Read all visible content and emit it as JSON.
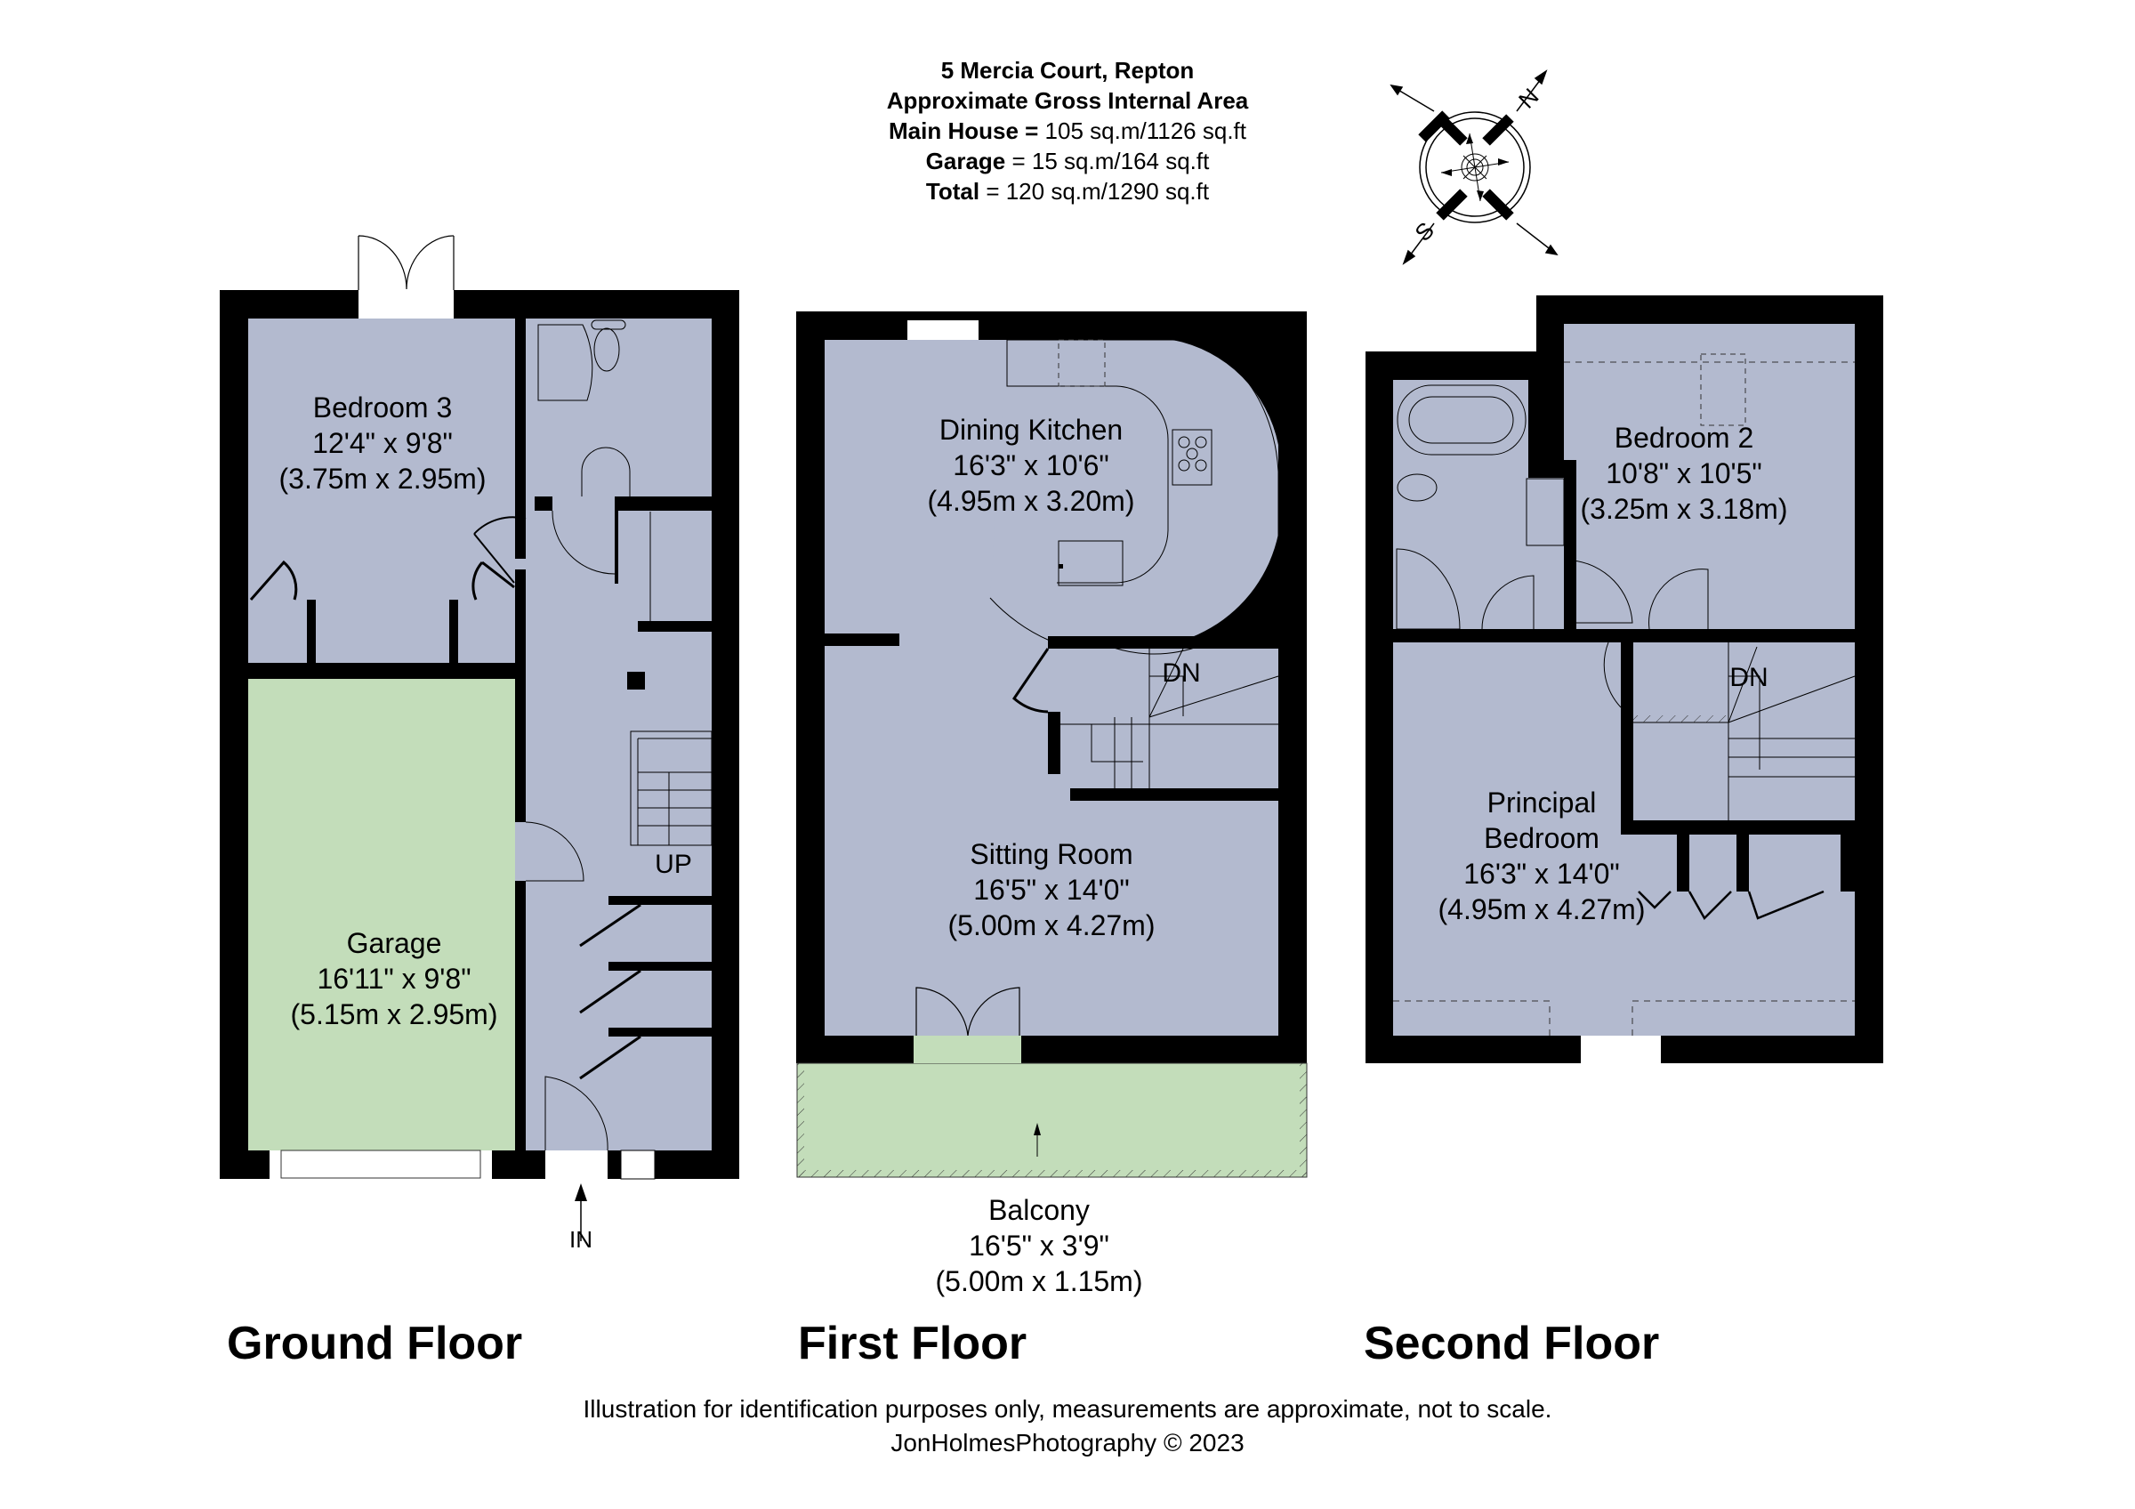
{
  "header": {
    "title": "5 Mercia Court, Repton",
    "subtitle": "Approximate Gross Internal Area",
    "areas": [
      {
        "label": "Main House =",
        "value": " 105 sq.m/1126 sq.ft"
      },
      {
        "label": "Garage",
        "value": " = 15 sq.m/164 sq.ft"
      },
      {
        "label": "Total",
        "value": " = 120 sq.m/1290 sq.ft"
      }
    ]
  },
  "compass": {
    "north": "N",
    "south": "S",
    "icon": "compass-rose-icon"
  },
  "colors": {
    "wall": "#000000",
    "room": "#B3BACF",
    "outdoor": "#C3DDBA",
    "background": "#FFFFFF"
  },
  "floors": {
    "ground": {
      "title": "Ground Floor",
      "rooms": [
        {
          "name": "Bedroom 3",
          "imperial": "12'4\" x 9'8\"",
          "metric": "(3.75m x 2.95m)"
        },
        {
          "name": "Garage",
          "imperial": "16'11\" x 9'8\"",
          "metric": "(5.15m x 2.95m)"
        }
      ],
      "stairs_label": "UP",
      "entry_label": "IN"
    },
    "first": {
      "title": "First Floor",
      "rooms": [
        {
          "name": "Dining Kitchen",
          "imperial": "16'3\" x 10'6\"",
          "metric": "(4.95m x 3.20m)"
        },
        {
          "name": "Sitting Room",
          "imperial": "16'5\" x 14'0\"",
          "metric": "(5.00m x 4.27m)"
        },
        {
          "name": "Balcony",
          "imperial": "16'5\" x 3'9\"",
          "metric": "(5.00m x 1.15m)"
        }
      ],
      "stairs_label": "DN"
    },
    "second": {
      "title": "Second Floor",
      "rooms": [
        {
          "name": "Bedroom 2",
          "imperial": "10'8\" x 10'5\"",
          "metric": "(3.25m x 3.18m)"
        },
        {
          "name": "Principal Bedroom",
          "name_line1": "Principal",
          "name_line2": "Bedroom",
          "imperial": "16'3\" x 14'0\"",
          "metric": "(4.95m x 4.27m)"
        }
      ],
      "stairs_label": "DN"
    }
  },
  "footer": {
    "disclaimer": "Illustration for identification purposes only, measurements are approximate, not to scale.",
    "credit": "JonHolmesPhotography © 2023"
  }
}
